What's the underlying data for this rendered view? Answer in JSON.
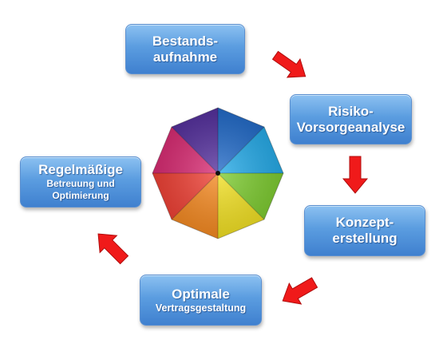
{
  "diagram": {
    "steps": [
      {
        "line1": "Bestands-",
        "line2": "aufnahme"
      },
      {
        "line1": "Risiko-",
        "line2": "Vorsorgeanalyse"
      },
      {
        "line1": "Konzept-",
        "line2": "erstellung"
      },
      {
        "title": "Optimale",
        "subtitle": "Vertragsgestaltung"
      },
      {
        "title": "Regelmäßige",
        "sub1": "Betreuung und",
        "sub2": "Optimierung"
      }
    ],
    "colors": {
      "box_top": "#8cc1f1",
      "box_bottom": "#3f80cf",
      "arrow": "#f01a1a",
      "umbrella_segments": [
        "#1e8fe8",
        "#2fc7d8",
        "#7acb2a",
        "#f2e01c",
        "#f59a1a",
        "#ef3a2e",
        "#e2246e",
        "#7a2fa8",
        "#4a3aa5"
      ]
    }
  }
}
